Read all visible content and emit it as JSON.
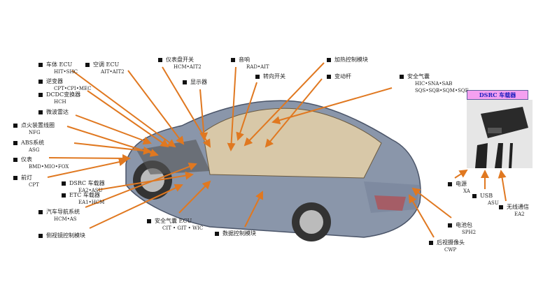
{
  "labels": {
    "body_ecu": {
      "t": "车体 ECU",
      "s": "HIT•SHC"
    },
    "ac_ecu": {
      "t": "空调 ECU",
      "s": "AIT•AIT2"
    },
    "inverter": {
      "t": "逆变器",
      "s": "CPT•CPI•MEC"
    },
    "dcdc": {
      "t": "DCDC变换器",
      "s": "HCH"
    },
    "radar": {
      "t": "微波雷达"
    },
    "ignition": {
      "t": "点火装置线圈",
      "s": "NFG"
    },
    "abs": {
      "t": "ABS系统",
      "s": "ASG"
    },
    "meter": {
      "t": "仪表",
      "s": "BMD•MIO•FOX"
    },
    "headlight": {
      "t": "前灯",
      "s": "CPT"
    },
    "dsrc": {
      "t": "DSRC 车载器",
      "s": "EA2•ASU"
    },
    "etc": {
      "t": "ETC 车载器",
      "s": "EA1•HCM"
    },
    "nav": {
      "t": "汽车导航系统",
      "s": "HCM•AS"
    },
    "mirror": {
      "t": "侧视镜控制模块"
    },
    "dash_switch": {
      "t": "仪表盘开关",
      "s": "HCM•AIT2"
    },
    "display": {
      "t": "显示器"
    },
    "audio": {
      "t": "音响",
      "s": "RAD•AIT"
    },
    "turn_switch": {
      "t": "转向开关"
    },
    "heater": {
      "t": "加热控制模块"
    },
    "shifter": {
      "t": "变动杆"
    },
    "airbag": {
      "t": "安全气囊",
      "s": "HIC•SNA•SAB",
      "s2": "SQS•SQB•SQM•SQF"
    },
    "airbag_ecu": {
      "t": "安全气囊 ECU",
      "s": "CIT • GIT • WIC"
    },
    "data_module": {
      "t": "数据控制模块"
    },
    "battery": {
      "t": "电池包",
      "s": "SPH2"
    },
    "rear_camera": {
      "t": "后视摄像头",
      "s": "CWP"
    },
    "power": {
      "t": "电源",
      "s": "XA"
    },
    "usb": {
      "t": "USB",
      "s": "ASU"
    },
    "wireless": {
      "t": "无线通信",
      "s": "EA2"
    }
  },
  "dsrc_box_title": "DSRC 车载器",
  "colors": {
    "arrow": "#e07820",
    "car": "#6a7890"
  }
}
